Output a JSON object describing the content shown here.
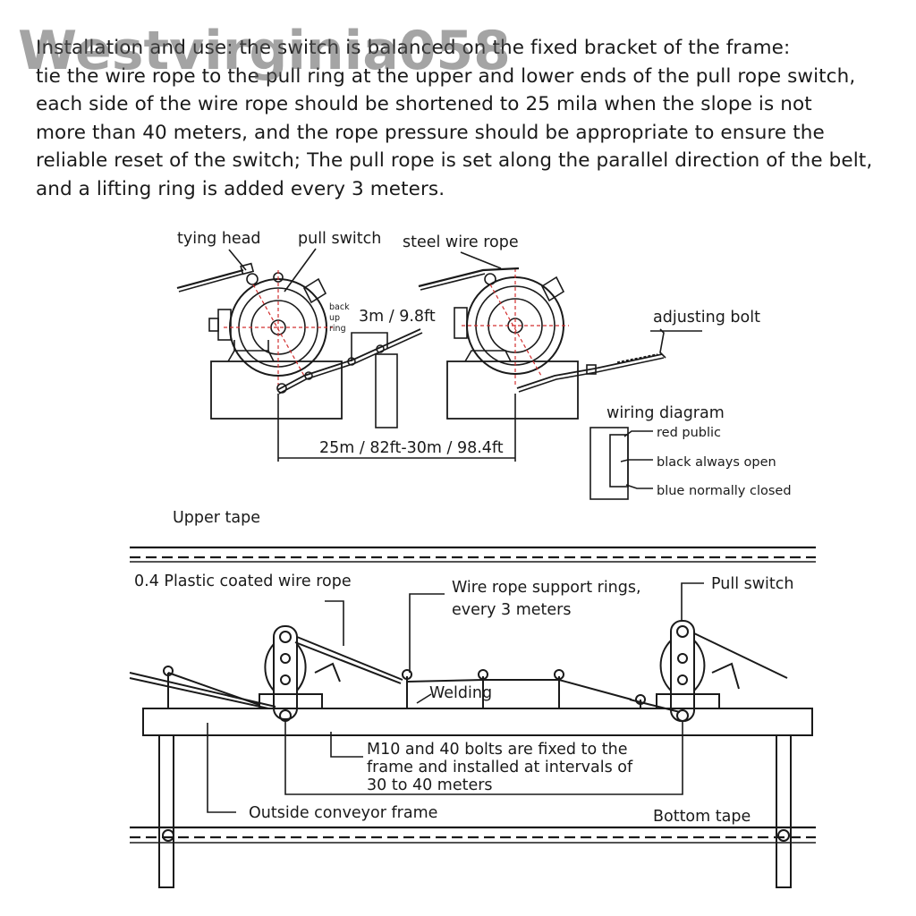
{
  "watermark": "Westvirginia058",
  "paragraph": [
    "Installation and use: the switch is balanced on the fixed bracket of the frame:",
    "tie the wire rope to the pull ring at the upper and lower ends of the pull rope switch,",
    "each side of the wire rope should be shortened to 25 mila when the slope is not",
    "more than 40 meters, and the rope pressure should be appropriate to ensure the",
    "reliable reset of the switch; The pull rope is set along the parallel direction of the belt,",
    "and a lifting ring is added every 3 meters."
  ],
  "top_diagram": {
    "tying_head": "tying head",
    "pull_switch": "pull switch",
    "steel_wire_rope": "steel wire rope",
    "back_up_ring": [
      "back",
      "up",
      "ring"
    ],
    "spacing_3m": "3m / 9.8ft",
    "adjusting_bolt": "adjusting bolt",
    "span": "25m / 82ft-30m / 98.4ft"
  },
  "wiring": {
    "title": "wiring diagram",
    "red": "red public",
    "black": "black always open",
    "blue": "blue normally closed"
  },
  "bottom_diagram": {
    "upper_tape": "Upper tape",
    "plastic_rope": "0.4 Plastic coated wire rope",
    "support_rings": [
      "Wire rope support rings,",
      "every 3 meters"
    ],
    "pull_switch": "Pull switch",
    "welding": "Welding",
    "bolts": [
      "M10 and 40 bolts are fixed to the",
      "frame and installed at intervals of",
      "30 to 40 meters"
    ],
    "outside_frame": "Outside conveyor frame",
    "bottom_tape": "Bottom tape"
  },
  "colors": {
    "ink": "#1a1a1a",
    "red_guides": "#d23030"
  }
}
